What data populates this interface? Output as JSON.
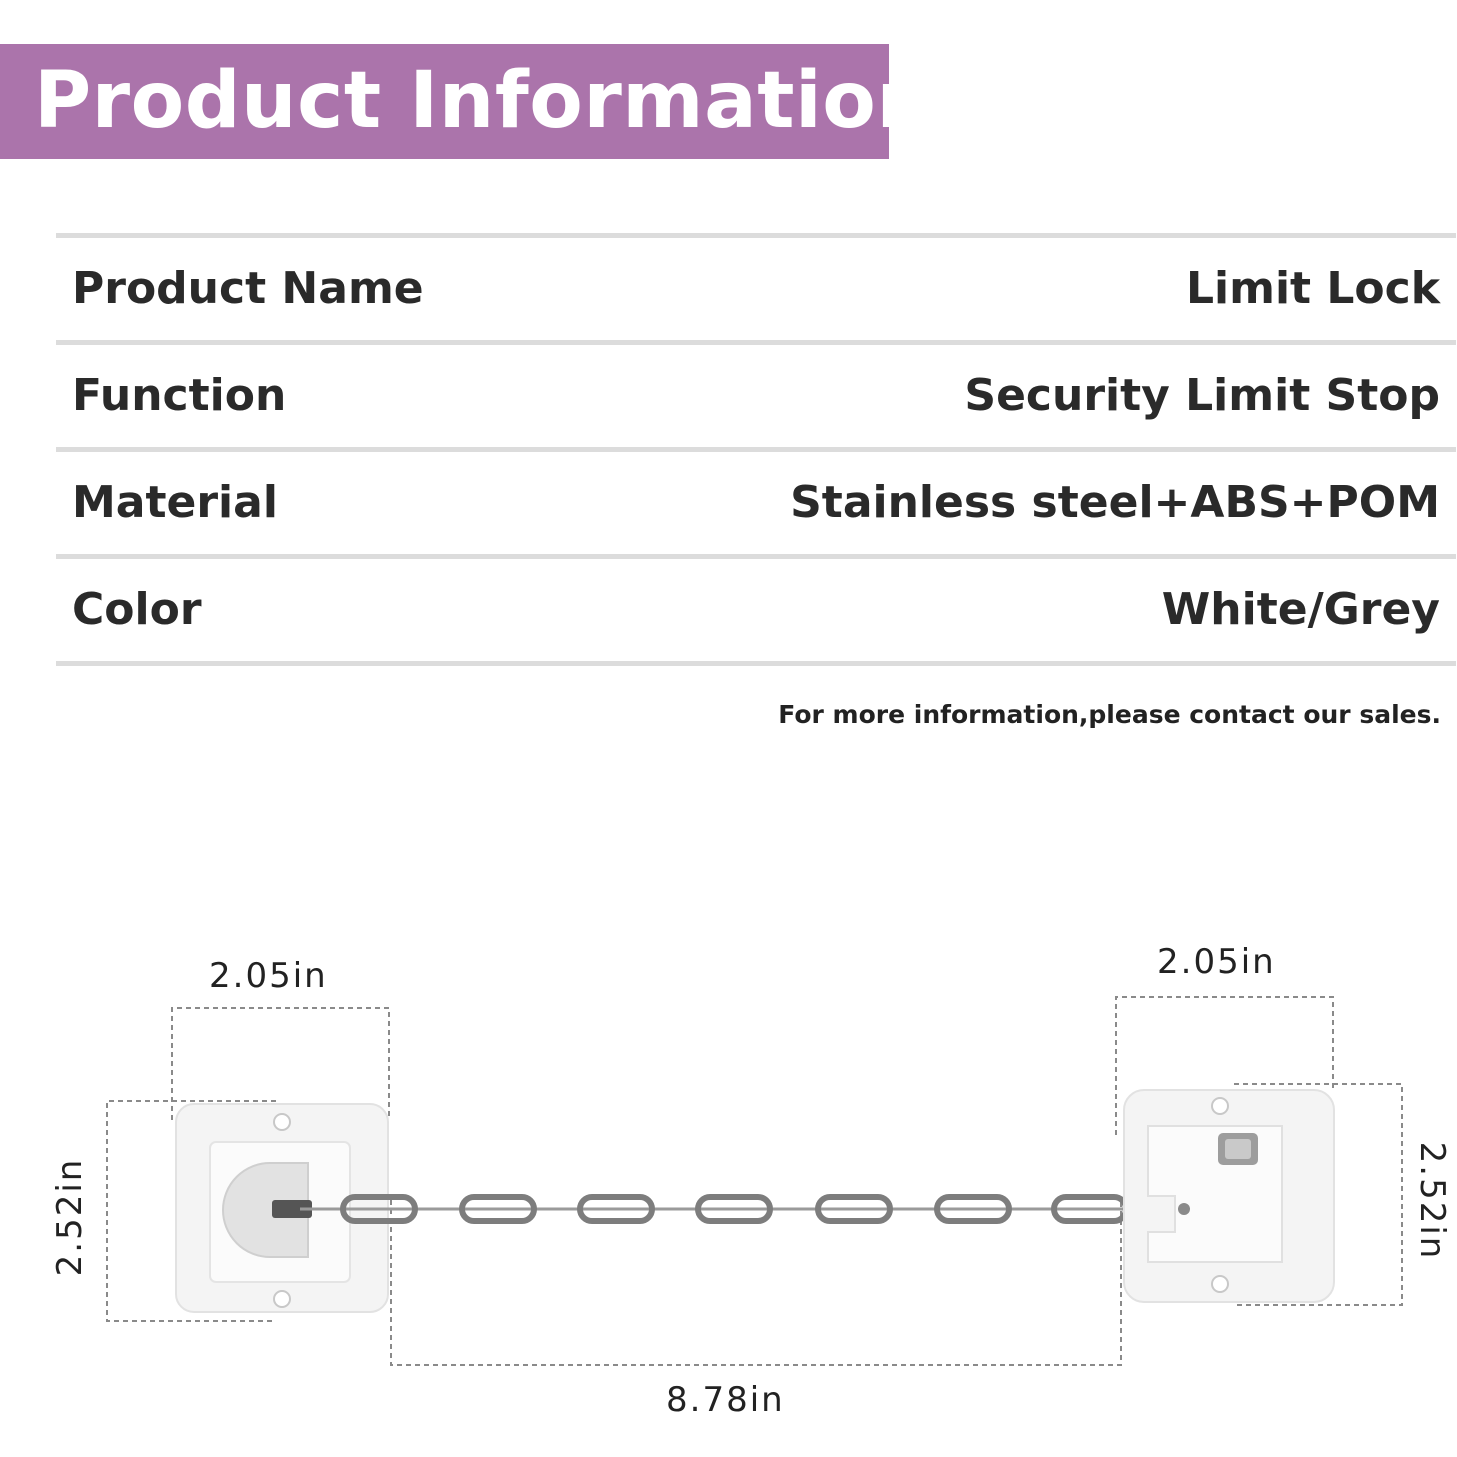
{
  "banner": {
    "title": "Product Information",
    "color": "#ab74ab"
  },
  "specs": [
    {
      "label": "Product Name",
      "value": "Limit Lock"
    },
    {
      "label": "Function",
      "value": "Security Limit Stop"
    },
    {
      "label": "Material",
      "value": "Stainless steel+ABS+POM"
    },
    {
      "label": "Color",
      "value": "White/Grey"
    }
  ],
  "note": "For more information,please contact our sales.",
  "dimensions": {
    "left_width": "2.05in",
    "right_width": "2.05in",
    "left_height": "2.52in",
    "right_height": "2.52in",
    "length": "8.78in"
  }
}
